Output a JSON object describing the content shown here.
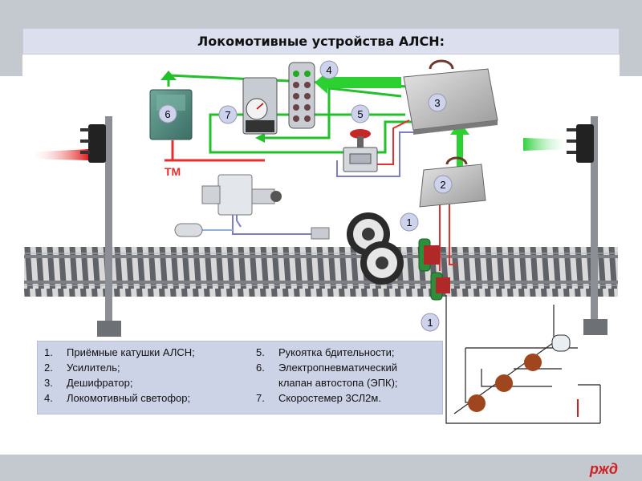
{
  "title": "Локомотивные устройства АЛСН:",
  "labels": {
    "tm": "ТМ",
    "n1": "1",
    "n2": "2",
    "n3": "3",
    "n4": "4",
    "n5": "5",
    "n6": "6",
    "n7": "7",
    "n1b": "1"
  },
  "legend": {
    "left": [
      {
        "num": "1.",
        "text": "Приёмные катушки АЛСН;"
      },
      {
        "num": "2.",
        "text": "Усилитель;"
      },
      {
        "num": "3.",
        "text": "Дешифратор;"
      },
      {
        "num": "4.",
        "text": "Локомотивный светофор;"
      }
    ],
    "right": [
      {
        "num": "5.",
        "text": "Рукоятка бдительности;"
      },
      {
        "num": "6.",
        "text": "Электропневматический"
      },
      {
        "num": "",
        "text": "клапан автостопа (ЭПК);"
      },
      {
        "num": "7.",
        "text": "Скоростемер 3СЛ2м."
      }
    ]
  },
  "logo": "РЖД",
  "colors": {
    "green": "#22c02a",
    "red": "#e23030",
    "blue": "#7b7fc9",
    "rail": "#8e9297",
    "label_bg": "#cdd3ec"
  }
}
